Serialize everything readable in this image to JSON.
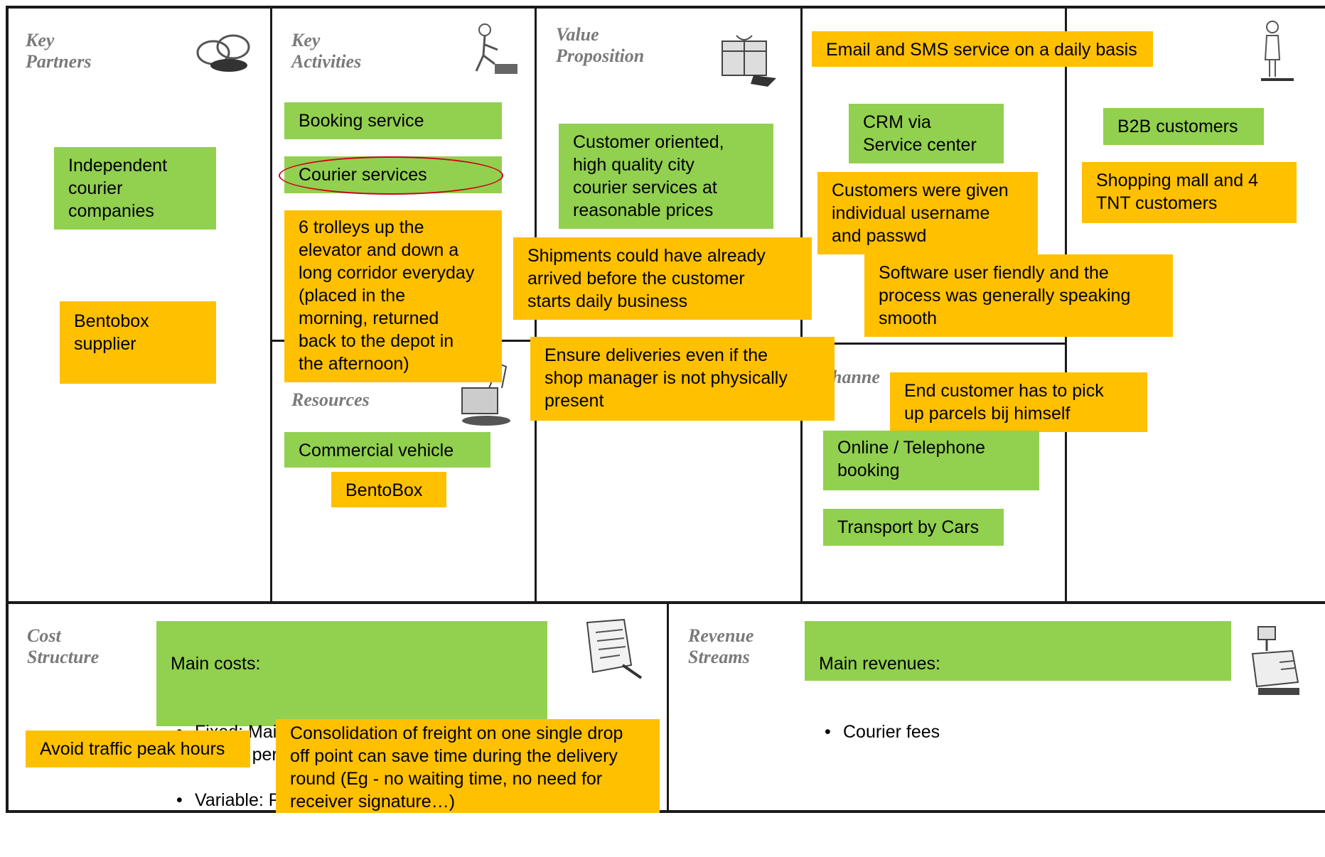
{
  "canvas": {
    "blocks": {
      "key_partners": "Key\nPartners",
      "key_activities": "Key\nActivities",
      "key_resources": "Resources",
      "value_proposition": "Value\nProposition",
      "channels": "hanne",
      "cost_structure": "Cost\nStructure",
      "revenue_streams": "Revenue\nStreams"
    },
    "notes": {
      "independent_couriers": "Independent\ncourier\ncompanies",
      "bentobox_supplier": "Bentobox\nsupplier",
      "booking_service": "Booking service",
      "courier_services": "Courier services",
      "trolleys": "6 trolleys up the\nelevator and down a\nlong corridor everyday\n(placed in the\nmorning, returned\nback to the depot in\nthe afternoon)",
      "commercial_vehicle": "Commercial vehicle",
      "bentobox": "BentoBox",
      "customer_oriented": "Customer oriented,\nhigh quality city\ncourier services at\nreasonable prices",
      "shipments_arrived": "Shipments could have already\narrived before the customer\nstarts daily business",
      "ensure_deliveries": "Ensure deliveries even if the\nshop manager is not physically\npresent",
      "email_sms": "Email and SMS service on a daily basis",
      "crm": "CRM via\nService center",
      "username": "Customers were given\nindividual username\nand passwd",
      "software": "Software user fiendly and the\nprocess was generally speaking\nsmooth",
      "end_customer": "End customer has to pick\nup parcels bij himself",
      "online_booking": "Online / Telephone\nbooking",
      "transport_cars": "Transport by Cars",
      "b2b": "B2B customers",
      "shopping_mall": "Shopping mall and 4\nTNT customers",
      "avoid_traffic": "Avoid traffic peak hours",
      "consolidation": "Consolidation of freight on one single drop\noff point can save time during the delivery\nround (Eg - no waiting time, no need for\nreceiver signature…)"
    },
    "costs": {
      "heading": "Main costs:",
      "items": [
        "Fixed: Maintenance trucks, depreciation\ntrucks, personnel,",
        "Variable: Fuel"
      ]
    },
    "revenues": {
      "heading": "Main revenues:",
      "items": [
        "Courier fees"
      ]
    },
    "icons": [
      "handshake-chain-icon",
      "person-working-icon",
      "gift-package-icon",
      "person-standing-icon",
      "factory-machine-icon",
      "invoice-icon",
      "cash-register-icon"
    ],
    "colors": {
      "green": "#92d050",
      "orange": "#ffc000",
      "highlight": "#d0021b"
    }
  }
}
